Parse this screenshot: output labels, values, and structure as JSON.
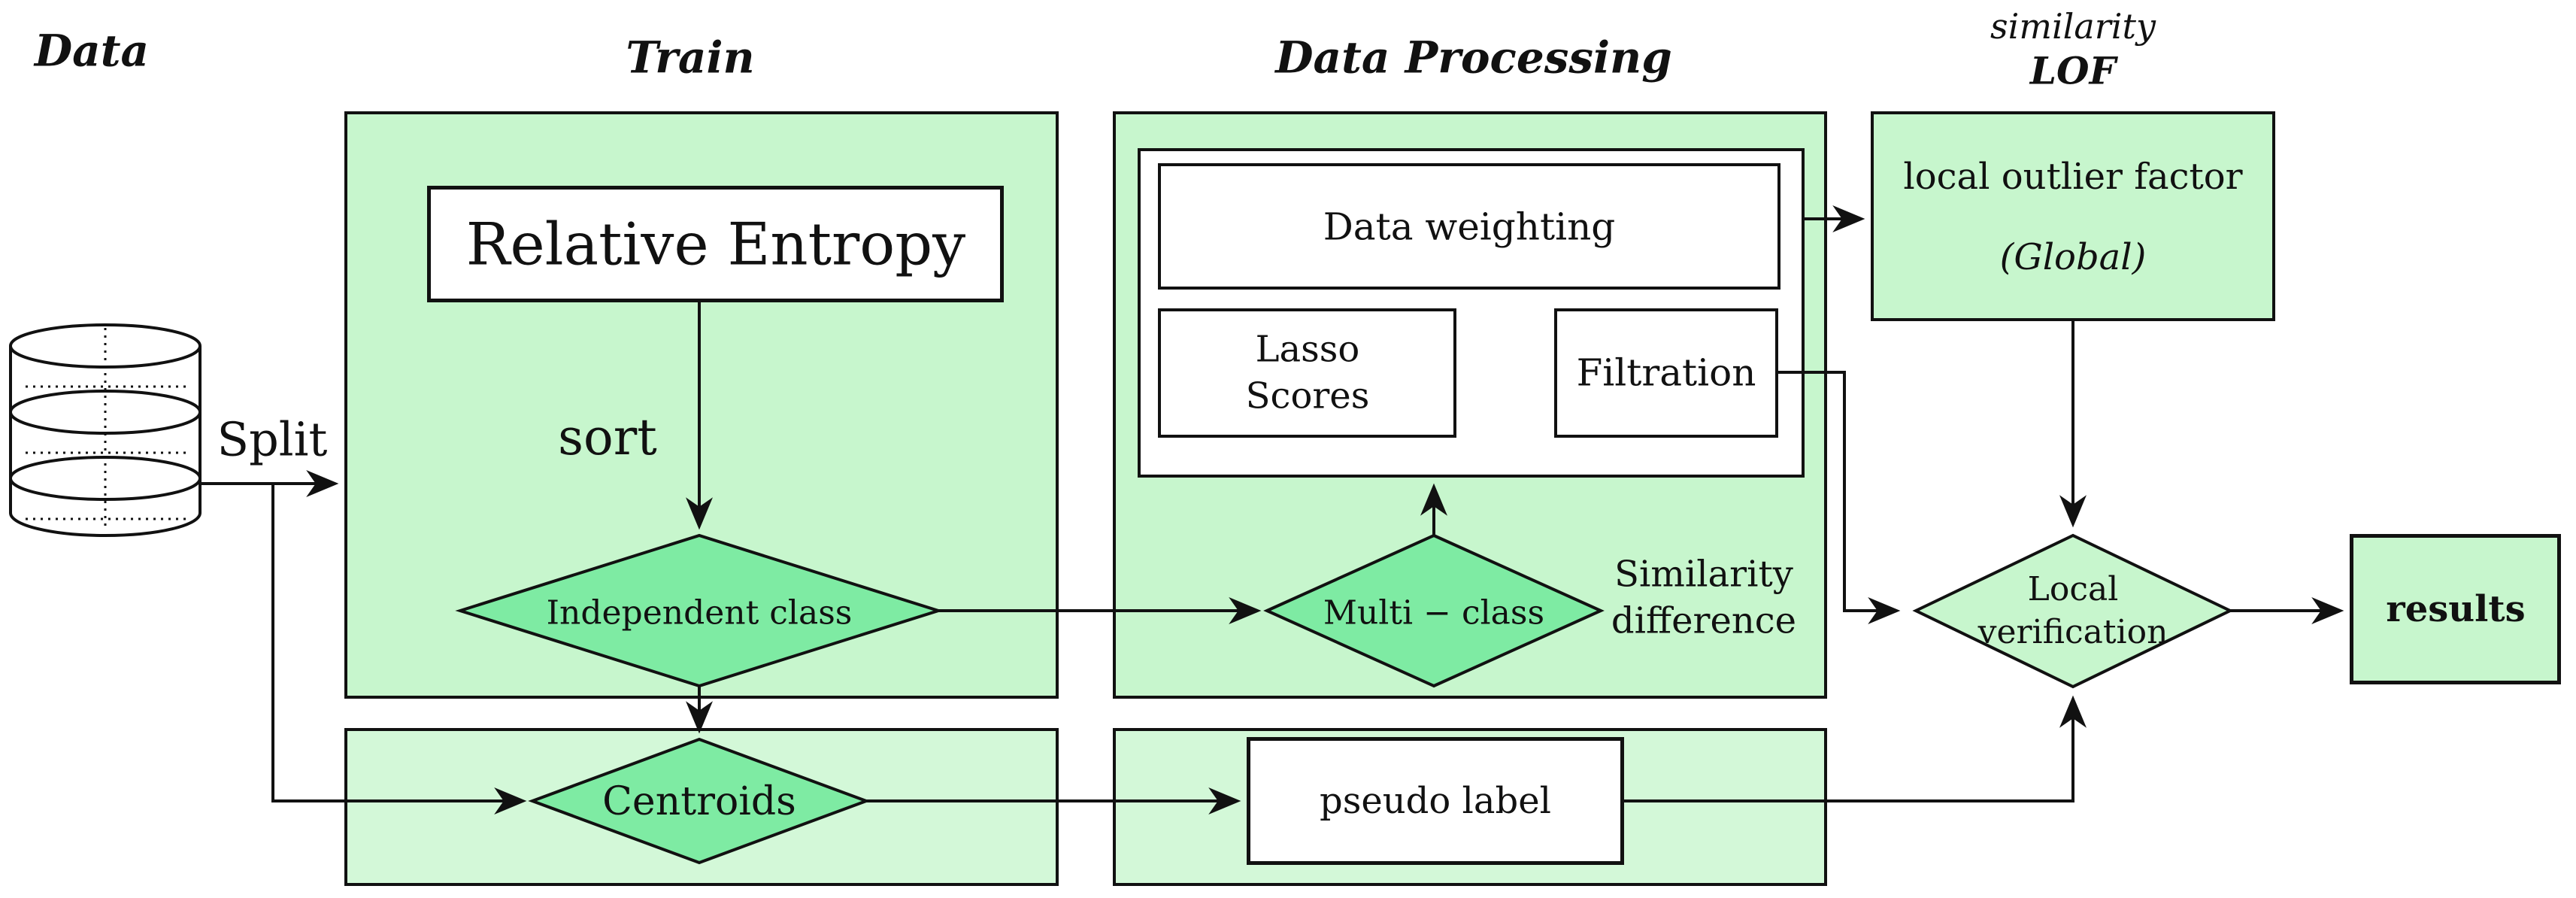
{
  "section_labels": {
    "data": "Data",
    "train": "Train",
    "data_processing": "Data Processing",
    "similarity": "similarity",
    "lof": "LOF"
  },
  "edge_labels": {
    "split": "Split",
    "sort": "sort",
    "similarity_difference": "Similarity\ndifference"
  },
  "nodes": {
    "relative_entropy": "Relative Entropy",
    "independent_class": "Independent class",
    "centroids": "Centroids",
    "data_weighting": "Data weighting",
    "lasso_scores": "Lasso\nScores",
    "filtration": "Filtration",
    "multi_class": "Multi − class",
    "local_outlier_factor_line1": "local outlier factor",
    "local_outlier_factor_line2": "(Global)",
    "pseudo_label": "pseudo label",
    "local_verification": "Local\nverification",
    "results": "results"
  },
  "icons": {
    "database": "database-cylinder-icon"
  },
  "colors": {
    "section_fill": "#c7f6cd",
    "strip_fill": "#d3f8d8",
    "diamond_fill": "#7eeba3",
    "outline": "#111111",
    "background": "#ffffff"
  }
}
